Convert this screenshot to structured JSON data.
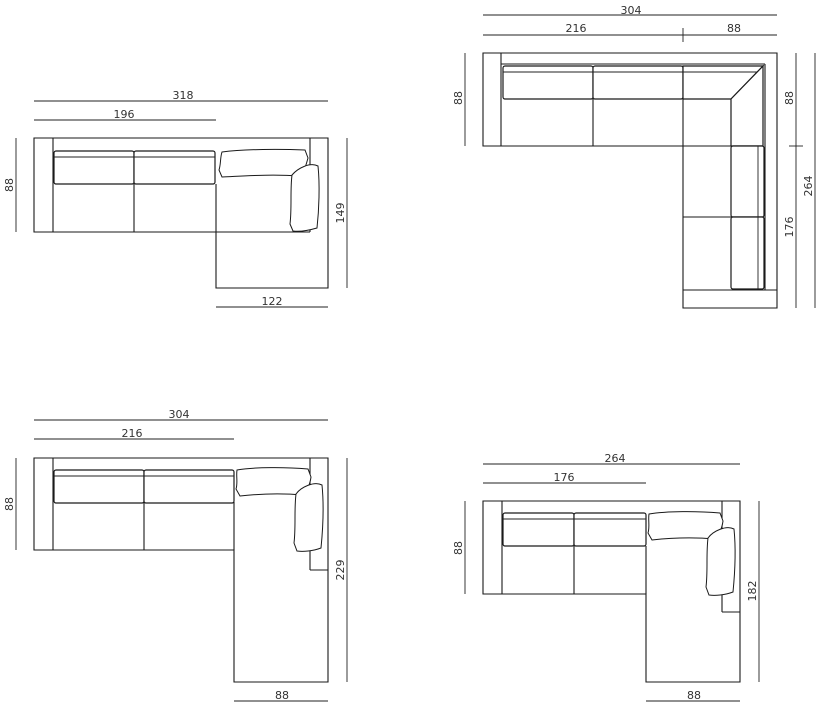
{
  "diagram": {
    "sofa_1": {
      "total_width": "318",
      "seat_width": "196",
      "depth": "88",
      "chaise_length": "149",
      "chaise_width": "122"
    },
    "sofa_2": {
      "total_width": "304",
      "seat_width": "216",
      "corner_width": "88",
      "depth_left": "88",
      "depth_right": "88",
      "total_length": "264",
      "return_length": "176"
    },
    "sofa_3": {
      "total_width": "304",
      "seat_width": "216",
      "depth": "88",
      "chaise_length": "229",
      "chaise_width": "88"
    },
    "sofa_4": {
      "total_width": "264",
      "seat_width": "176",
      "depth": "88",
      "chaise_length": "182",
      "chaise_width": "88"
    }
  }
}
